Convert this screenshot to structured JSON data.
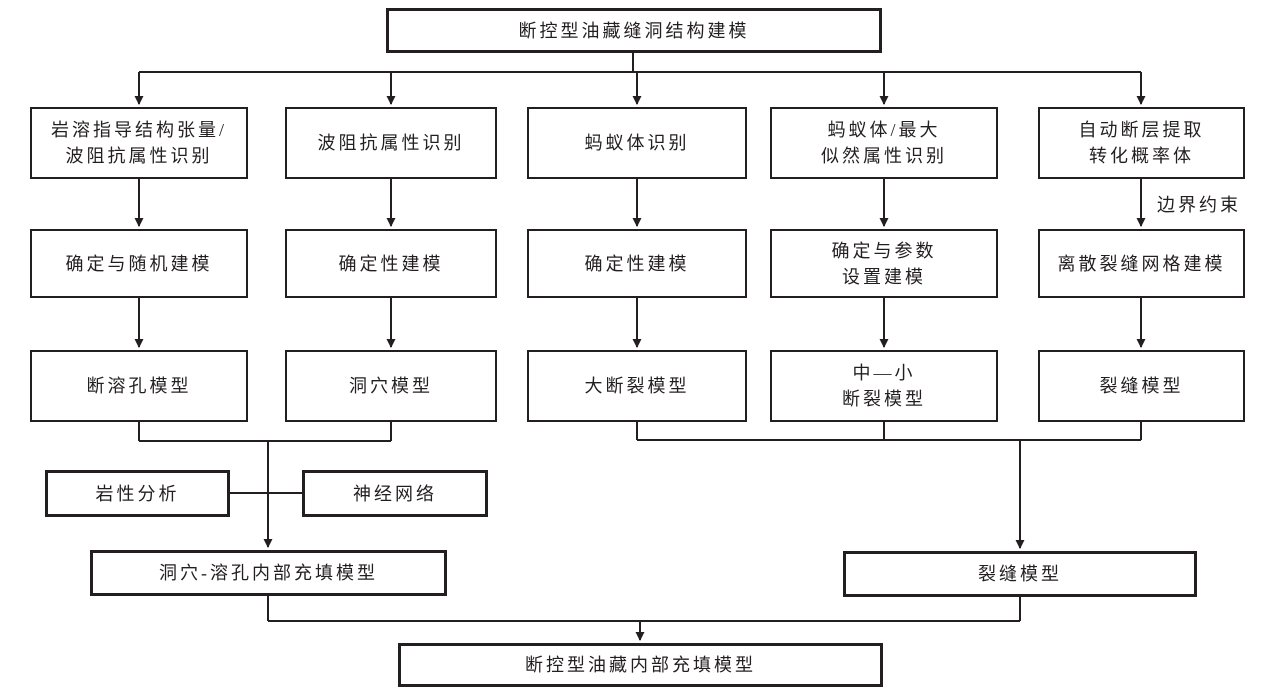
{
  "diagram": {
    "nodes": {
      "top": "断控型油藏缝洞结构建模",
      "r1c1": "岩溶指导结构张量/\n波阻抗属性识别",
      "r1c2": "波阻抗属性识别",
      "r1c3": "蚂蚁体识别",
      "r1c4": "蚂蚁体/最大\n似然属性识别",
      "r1c5": "自动断层提取\n转化概率体",
      "r2c1": "确定与随机建模",
      "r2c2": "确定性建模",
      "r2c3": "确定性建模",
      "r2c4": "确定与参数\n设置建模",
      "r2c5": "离散裂缝网格建模",
      "r3c1": "断溶孔模型",
      "r3c2": "洞穴模型",
      "r3c3": "大断裂模型",
      "r3c4": "中—小\n断裂模型",
      "r3c5": "裂缝模型",
      "lith": "岩性分析",
      "neural": "神经网络",
      "fill_left": "洞穴-溶孔内部充填模型",
      "frac_right": "裂缝模型",
      "bottom": "断控型油藏内部充填模型"
    },
    "edge_label": "边界约束",
    "edges": [
      {
        "from": "top",
        "to": "r1c1"
      },
      {
        "from": "top",
        "to": "r1c2"
      },
      {
        "from": "top",
        "to": "r1c3"
      },
      {
        "from": "top",
        "to": "r1c4"
      },
      {
        "from": "top",
        "to": "r1c5"
      },
      {
        "from": "r1c1",
        "to": "r2c1"
      },
      {
        "from": "r1c2",
        "to": "r2c2"
      },
      {
        "from": "r1c3",
        "to": "r2c3"
      },
      {
        "from": "r1c4",
        "to": "r2c4"
      },
      {
        "from": "r1c5",
        "to": "r2c5",
        "label": "边界约束"
      },
      {
        "from": "r2c1",
        "to": "r3c1"
      },
      {
        "from": "r2c2",
        "to": "r3c2"
      },
      {
        "from": "r2c3",
        "to": "r3c3"
      },
      {
        "from": "r2c4",
        "to": "r3c4"
      },
      {
        "from": "r2c5",
        "to": "r3c5"
      },
      {
        "from": "r3c1",
        "to": "fill_left"
      },
      {
        "from": "r3c2",
        "to": "fill_left"
      },
      {
        "from": "lith",
        "to": "fill_left_branch"
      },
      {
        "from": "neural",
        "to": "fill_left_branch"
      },
      {
        "from": "r3c3",
        "to": "frac_right"
      },
      {
        "from": "r3c4",
        "to": "frac_right"
      },
      {
        "from": "r3c5",
        "to": "frac_right"
      },
      {
        "from": "fill_left",
        "to": "bottom"
      },
      {
        "from": "frac_right",
        "to": "bottom"
      }
    ],
    "colors": {
      "line": "#231f20",
      "background": "#ffffff"
    }
  }
}
